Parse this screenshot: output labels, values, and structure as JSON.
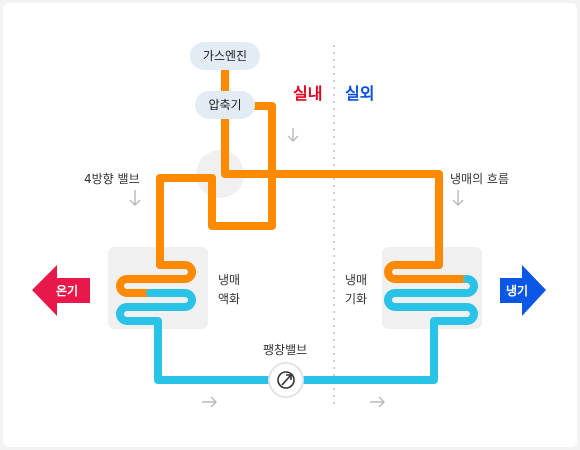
{
  "labels": {
    "gas_engine": "가스엔진",
    "compressor": "압축기",
    "indoor": "실내",
    "outdoor": "실외",
    "four_way_valve": "4방향 밸브",
    "refrigerant_flow": "냉매의 흐름",
    "condense_line1": "냉매",
    "condense_line2": "액화",
    "evaporate_line1": "냉매",
    "evaporate_line2": "기화",
    "expansion_valve": "팽창밸브",
    "heating": "온기",
    "cooling": "냉기"
  },
  "colors": {
    "hot_pipe": "#ff8a00",
    "cold_pipe": "#29c3e8",
    "heating_arrow": "#e8194a",
    "cooling_arrow": "#0a57e6",
    "indoor_text": "#e8001c",
    "outdoor_text": "#0a4fe0",
    "pill_bg": "#e3ebf4",
    "coil_bg": "#f0f0f0"
  },
  "icons": [
    "down-arrow-icon",
    "right-arrow-icon",
    "valve-icon"
  ]
}
